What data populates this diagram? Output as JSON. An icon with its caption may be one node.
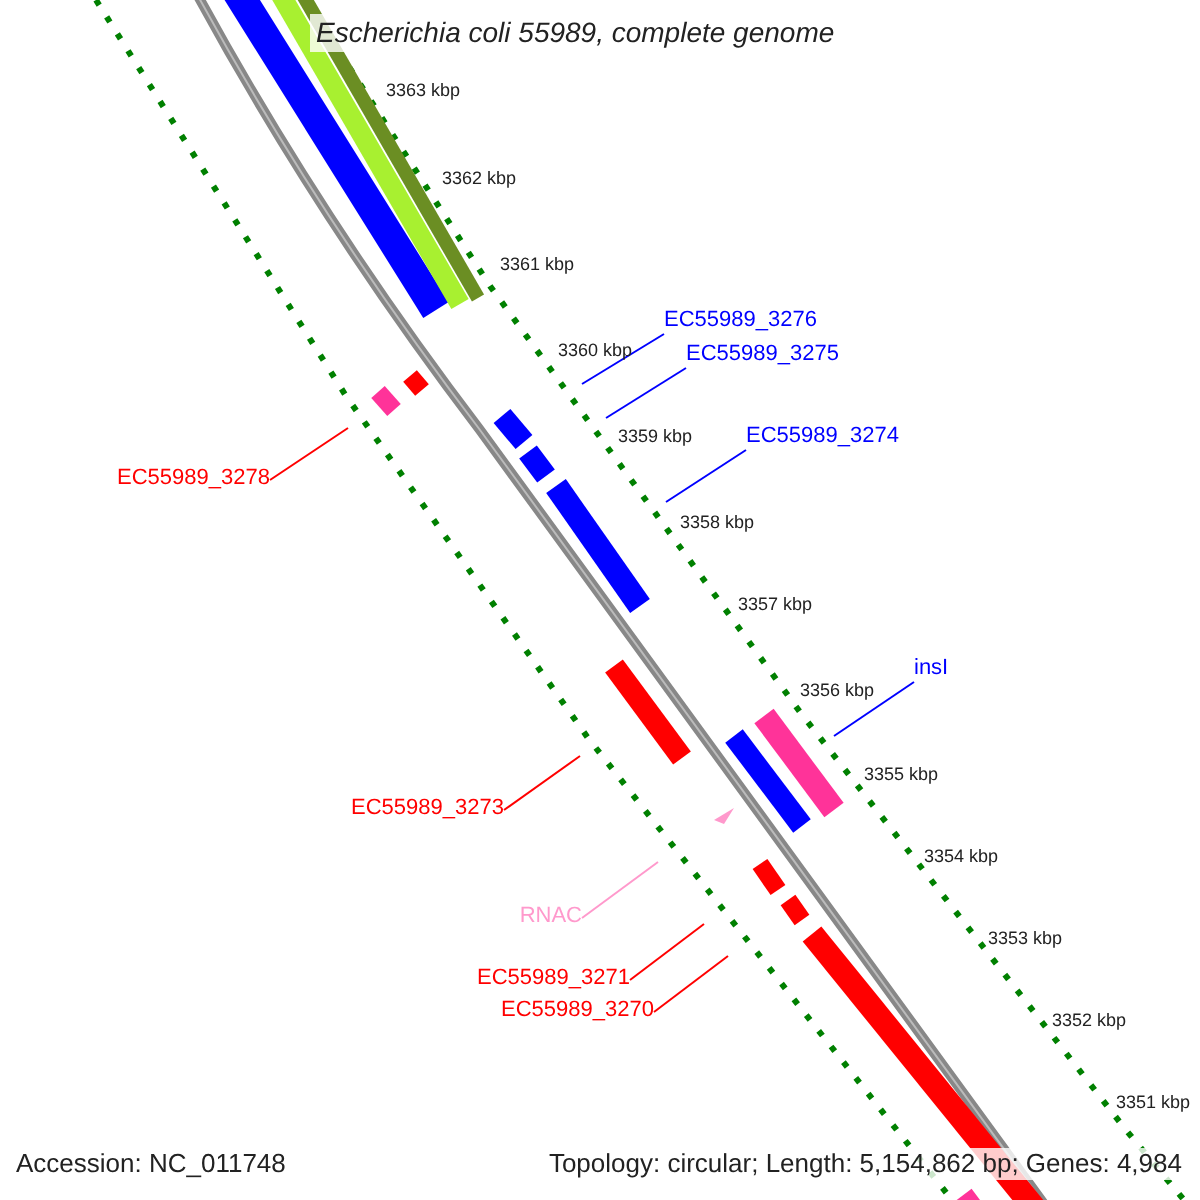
{
  "diagram": {
    "title": "Escherichia coli 55989, complete genome",
    "nodes": [
      {
        "text": [
          "EC55989_3276"
        ]
      },
      {
        "text": [
          "EC55989_3275"
        ]
      },
      {
        "text": [
          "EC55989_3274"
        ]
      },
      {
        "text": [
          "EC55989_3278"
        ]
      },
      {
        "text": [
          "insI"
        ]
      },
      {
        "text": [
          "EC55989_3273"
        ]
      },
      {
        "text": [
          "RNAC"
        ]
      },
      {
        "text": [
          "EC55989_3271"
        ]
      },
      {
        "text": [
          "EC55989_3270"
        ]
      }
    ],
    "edges": [
      {
        "from": 0,
        "to": null,
        "arrow": "none"
      },
      {
        "from": 1,
        "to": null,
        "arrow": "none"
      },
      {
        "from": 2,
        "to": null,
        "arrow": "none"
      },
      {
        "from": 3,
        "to": null,
        "arrow": "none",
        "color": "#ff0000"
      },
      {
        "from": 4,
        "to": null,
        "arrow": "none"
      },
      {
        "from": 5,
        "to": null,
        "arrow": "none",
        "color": "#ff0000"
      },
      {
        "from": 6,
        "to": null,
        "arrow": "none",
        "color": "#ff99cc"
      },
      {
        "from": 7,
        "to": null,
        "arrow": "none",
        "color": "#ff0000"
      },
      {
        "from": 8,
        "to": null,
        "arrow": "none",
        "color": "#ff0000"
      }
    ],
    "labels": [
      "3363 kbp",
      "3362 kbp",
      "3361 kbp",
      "3360 kbp",
      "3359 kbp",
      "3358 kbp",
      "3357 kbp",
      "3356 kbp",
      "3355 kbp",
      "3354 kbp",
      "3353 kbp",
      "3352 kbp",
      "3351 kbp",
      "Accession: NC_011748",
      "Topology: circular; Length: 5,154,862 bp; Genes: 4,984"
    ]
  }
}
